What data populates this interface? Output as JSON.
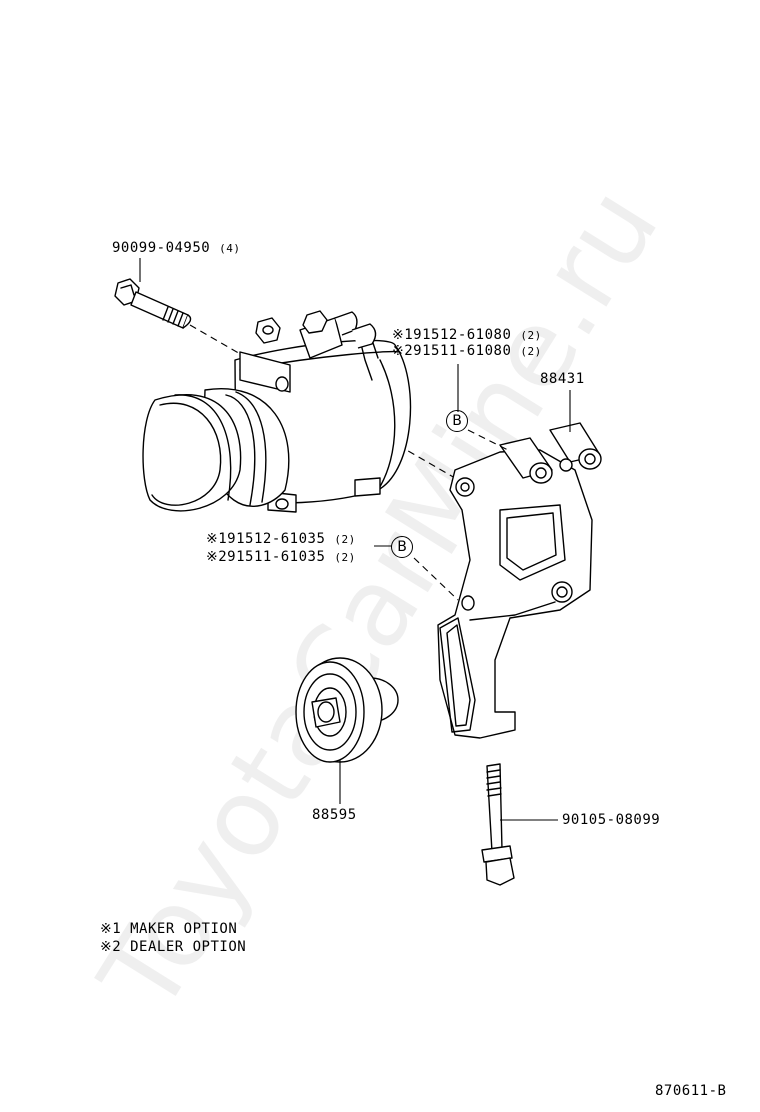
{
  "watermark": "ToyotaCarMine.ru",
  "parts": {
    "bolt_top": {
      "number": "90099-04950",
      "qty": "(4)"
    },
    "upper_option_1": {
      "mark": "※1",
      "number": "91512-61080",
      "qty": "(2)"
    },
    "upper_option_2": {
      "mark": "※2",
      "number": "91511-61080",
      "qty": "(2)"
    },
    "bracket": {
      "number": "88431"
    },
    "lower_option_1": {
      "mark": "※1",
      "number": "91512-61035",
      "qty": "(2)"
    },
    "lower_option_2": {
      "mark": "※2",
      "number": "91511-61035",
      "qty": "(2)"
    },
    "pulley": {
      "number": "88595"
    },
    "bolt_bottom": {
      "number": "90105-08099"
    }
  },
  "reference_marker": "B",
  "legend": [
    {
      "mark": "※1",
      "text": "MAKER OPTION"
    },
    {
      "mark": "※2",
      "text": "DEALER OPTION"
    }
  ],
  "figure_code": "870611-B"
}
